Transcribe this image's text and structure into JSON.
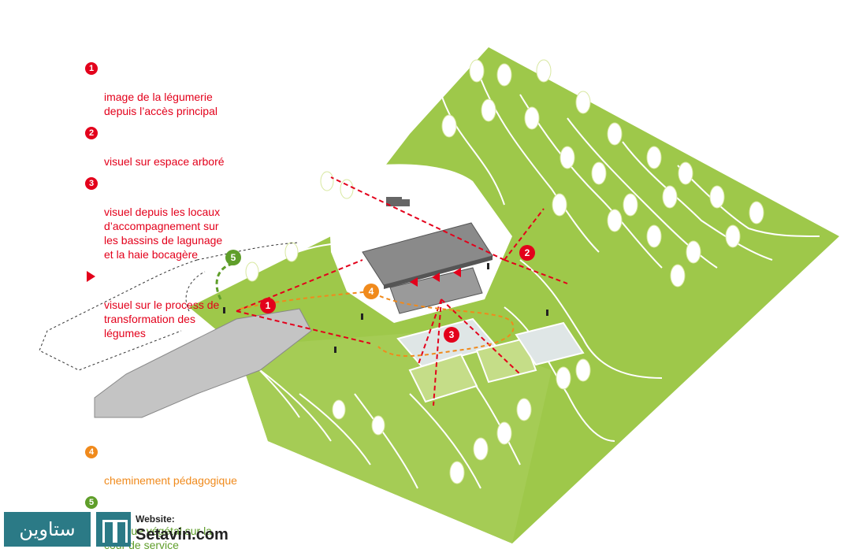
{
  "legend": {
    "items": [
      {
        "num": "1",
        "text": "image de la légumerie\ndepuis l’accès principal"
      },
      {
        "num": "2",
        "text": "visuel sur espace arboré"
      },
      {
        "num": "3",
        "text": "visuel depuis les locaux\nd’accompagnement sur\nles bassins de lagunage\net la haie bocagère"
      },
      {
        "num": "",
        "text": "visuel sur le process de\ntransformation des\nlégumes"
      }
    ],
    "lower_items": [
      {
        "num": "4",
        "text": "cheminement pédagogique"
      },
      {
        "num": "5",
        "text": "masque végétal sur la\ncour de service"
      }
    ]
  },
  "markers": {
    "m1": "1",
    "m2": "2",
    "m3": "3",
    "m4": "4",
    "m5": "5"
  },
  "colors": {
    "red": "#e3001b",
    "orange": "#f08a1c",
    "green": "#5f9e2a",
    "grass": "#9ec84a",
    "grass_light": "#b5d66a",
    "building": "#7f7f7f",
    "brand": "#2b7a86"
  },
  "branding": {
    "arabic": "ستاوين",
    "website_label": "Website:",
    "domain": "Setavin.com",
    "logo_icon": "setavin-logo-icon"
  }
}
